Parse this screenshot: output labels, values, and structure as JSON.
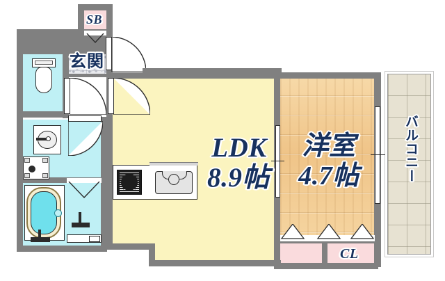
{
  "plan": {
    "type": "japanese-apartment-floorplan",
    "layout_code": "1K",
    "background": "#ffffff",
    "wall_color": "#808080",
    "label_color": "#17315e"
  },
  "rooms": [
    {
      "key": "ldk",
      "label_line1": "LDK",
      "label_line2": "8.9帖",
      "area_jo": 8.9,
      "floor": "yellow-vinyl",
      "color": "#fbf4bf"
    },
    {
      "key": "washitsu",
      "label_line1": "洋室",
      "label_line2": "4.7帖",
      "area_jo": 4.7,
      "floor": "wood",
      "color": "#f3cb94"
    },
    {
      "key": "genkan",
      "label_line1": "玄関",
      "label_line2": "",
      "area_jo": null,
      "floor": "stone-tile",
      "color": "#e9eaee"
    },
    {
      "key": "balcony",
      "label_line1": "バルコニー",
      "label_line2": "",
      "area_jo": null,
      "floor": "tile-grid",
      "color": "#e7e2d2"
    },
    {
      "key": "closet",
      "label_line1": "CL",
      "label_line2": "",
      "area_jo": null,
      "floor": "closet",
      "color": "#fadbdd"
    },
    {
      "key": "shoebox",
      "label_line1": "SB",
      "label_line2": "",
      "area_jo": null,
      "floor": "storage",
      "color": "#fadbdd"
    },
    {
      "key": "toilet",
      "label_line1": "",
      "label_line2": "",
      "area_jo": null,
      "floor": "wet",
      "color": "#bff0f5"
    },
    {
      "key": "bath",
      "label_line1": "",
      "label_line2": "",
      "area_jo": null,
      "floor": "wet",
      "color": "#bff0f5"
    },
    {
      "key": "washroom",
      "label_line1": "",
      "label_line2": "",
      "area_jo": null,
      "floor": "wet",
      "color": "#bff0f5"
    }
  ],
  "fixtures": [
    {
      "key": "toilet-unit",
      "name": "western-toilet"
    },
    {
      "key": "vanity-sink",
      "name": "wash-basin"
    },
    {
      "key": "washer-pan",
      "name": "washing-machine-space"
    },
    {
      "key": "bathtub",
      "name": "bathtub"
    },
    {
      "key": "shower-mixer",
      "name": "shower-faucet"
    },
    {
      "key": "gas-stove",
      "name": "two-burner-gas-stove"
    },
    {
      "key": "kitchen-sink",
      "name": "kitchen-sink"
    }
  ],
  "openings": [
    {
      "key": "entry-door",
      "name": "entrance-hinged-door"
    },
    {
      "key": "hall-door",
      "name": "hall-hinged-door"
    },
    {
      "key": "ldk-door",
      "name": "ldk-hinged-door"
    },
    {
      "key": "washroom-door",
      "name": "washroom-hinged-door"
    },
    {
      "key": "sb-door",
      "name": "shoe-box-door"
    },
    {
      "key": "bath-door",
      "name": "bath-folding-door"
    },
    {
      "key": "sliding-door",
      "name": "ldk-to-bedroom-sliding-door"
    },
    {
      "key": "balcony-door",
      "name": "balcony-sliding-door"
    },
    {
      "key": "closet-door-1",
      "name": "closet-folding-door-left"
    },
    {
      "key": "closet-door-2",
      "name": "closet-folding-door-center"
    },
    {
      "key": "closet-door-3",
      "name": "closet-folding-door-right"
    }
  ]
}
